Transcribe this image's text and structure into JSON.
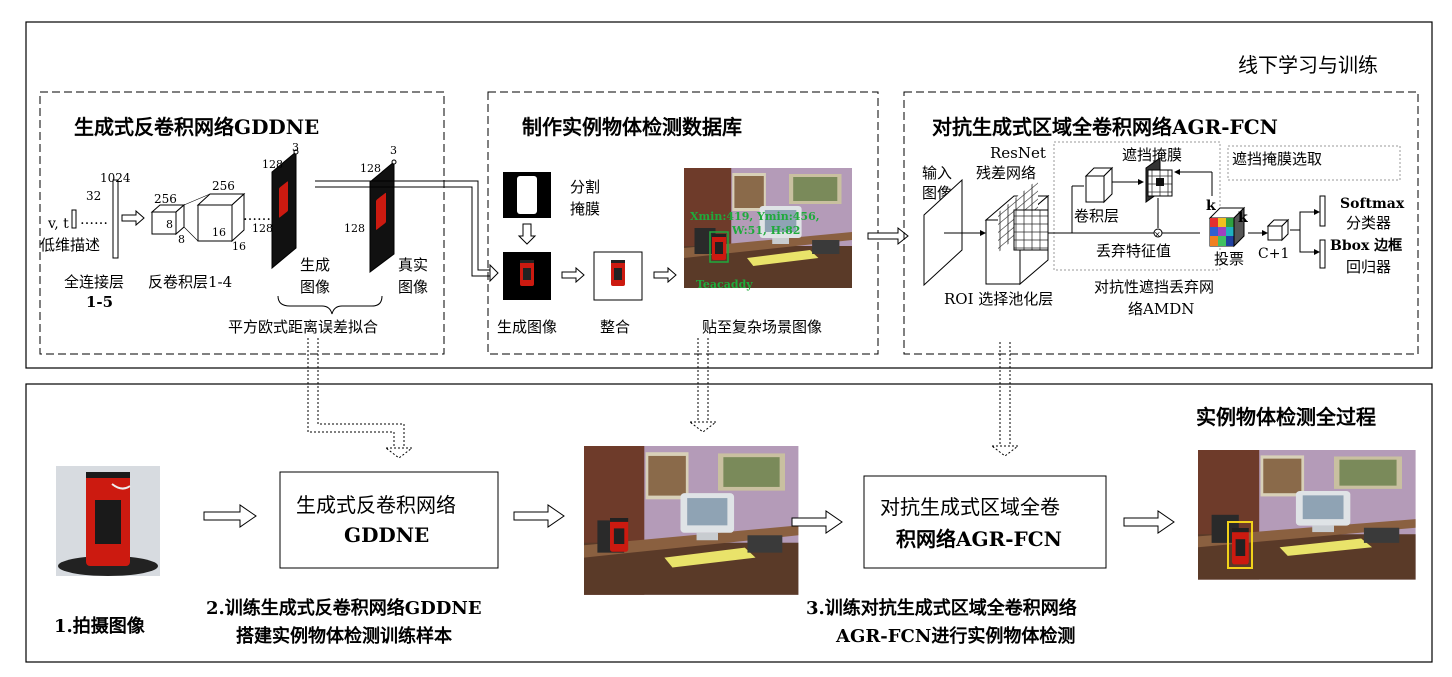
{
  "top_panel": {
    "title": "线下学习与训练",
    "gddne": {
      "title": "生成式反卷积网络GDDNE",
      "input_label": "v, t",
      "input_desc": "低维描述",
      "fc_label": "全连接层",
      "fc_range": "1-5",
      "deconv_label": "反卷积层1-4",
      "dim_1024": "1024",
      "dim_32": "32",
      "dim_256a": "256",
      "dim_8a": "8",
      "dim_8b": "8",
      "dim_256b": "256",
      "dim_16a": "16",
      "dim_16b": "16",
      "dim_128a": "128",
      "dim_128b": "128",
      "dim_3a": "3",
      "dim_128c": "128",
      "dim_128d": "128",
      "dim_3b": "3",
      "gen_label_1": "生成",
      "gen_label_2": "图像",
      "real_label_1": "真实",
      "real_label_2": "图像",
      "loss_label": "平方欧式距离误差拟合"
    },
    "dataset": {
      "title": "制作实例物体检测数据库",
      "mask_label_1": "分割",
      "mask_label_2": "掩膜",
      "gen_image_label": "生成图像",
      "merge_label": "整合",
      "paste_label": "贴至复杂场景图像",
      "bbox_text_1": "Xmin:419, Ymin:456,",
      "bbox_text_2": "W:51, H:82",
      "object_label": "Teacaddy"
    },
    "agr_fcn": {
      "title": "对抗生成式区域全卷积网络AGR-FCN",
      "input_1": "输入",
      "input_2": "图像",
      "resnet_1": "ResNet",
      "resnet_2": "残差网络",
      "roi_label": "ROI 选择池化层",
      "mask_label": "遮挡掩膜",
      "mask_select_label": "遮挡掩膜选取",
      "conv_label": "卷积层",
      "drop_label": "丢弃特征值",
      "amdn_1": "对抗性遮挡丢弃网",
      "amdn_2": "络AMDN",
      "k1": "k",
      "k2": "k",
      "vote_label": "投票",
      "c1_label": "C+1",
      "softmax_1": "Softmax",
      "softmax_2": "分类器",
      "bbox_1": "Bbox 边框",
      "bbox_2": "回归器"
    }
  },
  "bottom_panel": {
    "title": "实例物体检测全过程",
    "step1": "1.拍摄图像",
    "gddne_box_1": "生成式反卷积网络",
    "gddne_box_2": "GDDNE",
    "step2_1": "2.训练生成式反卷积网络GDDNE",
    "step2_2": "搭建实例物体检测训练样本",
    "agr_box_1": "对抗生成式区域全卷",
    "agr_box_2": "积网络AGR-FCN",
    "step3_1": "3.训练对抗生成式区域全卷积网络",
    "step3_2": "AGR-FCN进行实例物体检测"
  },
  "colors": {
    "object_red": "#cc1a10",
    "label_green": "#1faa3c",
    "detect_yellow": "#f2d21a",
    "wall_purple": "#b49bb8",
    "desk_brown": "#5a3a28"
  }
}
